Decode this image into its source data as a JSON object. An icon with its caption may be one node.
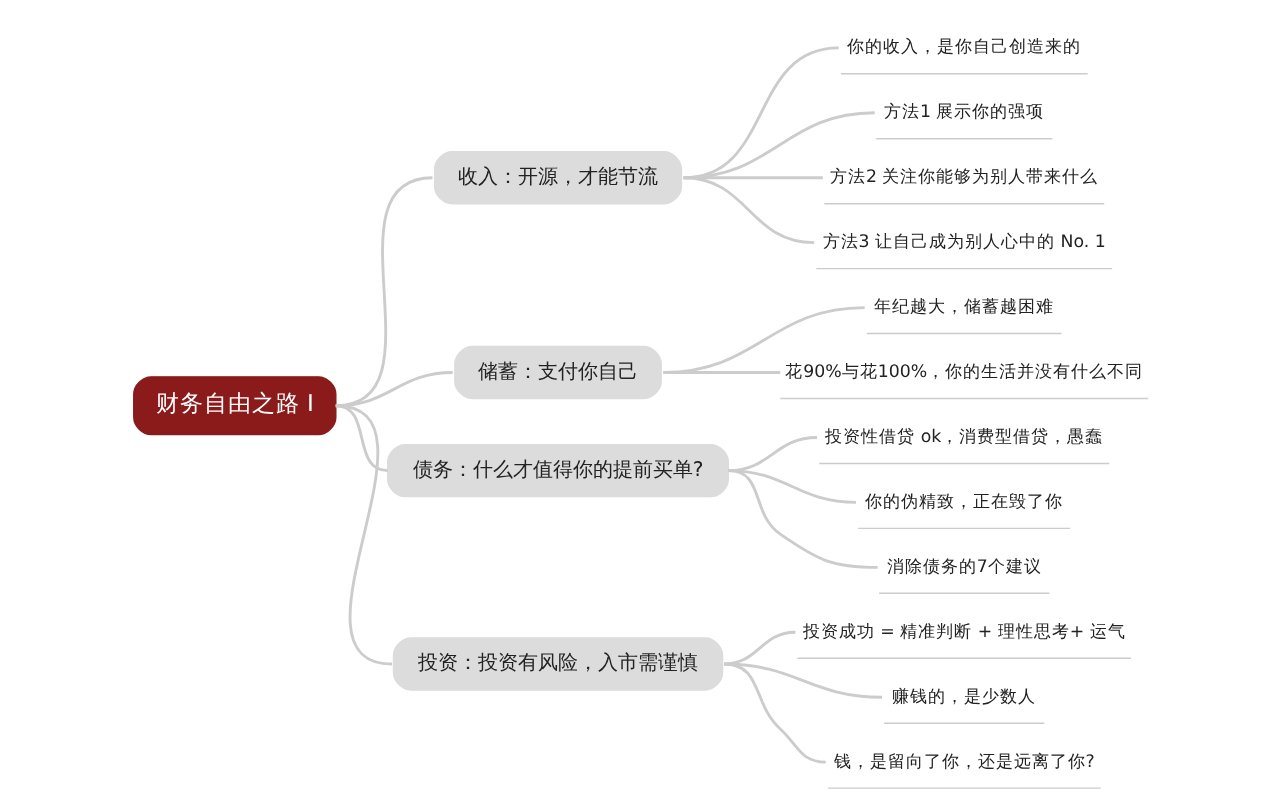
{
  "diagram": {
    "nodes": [
      {
        "text": [
          "财务自由之路 I"
        ]
      },
      {
        "text": [
          "收入：开源，才能节流"
        ]
      },
      {
        "text": [
          "你的收入，是你自己创造来的"
        ]
      },
      {
        "text": [
          "方法1 展示你的强项"
        ]
      },
      {
        "text": [
          "方法2 关注你能够为别人带来什么"
        ]
      },
      {
        "text": [
          "方法3 让自己成为别人心中的 No. 1"
        ]
      },
      {
        "text": [
          "储蓄：支付你自己"
        ]
      },
      {
        "text": [
          "年纪越大，储蓄越困难"
        ]
      },
      {
        "text": [
          "花90%与花100%，你的生活并没有什么不同"
        ]
      },
      {
        "text": [
          "债务：什么才值得你的提前买单?"
        ]
      },
      {
        "text": [
          "投资性借贷 ok，消费型借贷，愚蠢"
        ]
      },
      {
        "text": [
          "你的伪精致，正在毁了你"
        ]
      },
      {
        "text": [
          "消除债务的7个建议"
        ]
      },
      {
        "text": [
          "投资：投资有风险，入市需谨慎"
        ]
      },
      {
        "text": [
          "投资成功 = 精准判断 + 理性思考+ 运气"
        ]
      },
      {
        "text": [
          "赚钱的，是少数人"
        ]
      },
      {
        "text": [
          "钱，是留向了你，还是远离了你?"
        ]
      }
    ],
    "edges": [
      {
        "from": 0,
        "to": 1,
        "arrow": "none"
      },
      {
        "from": 1,
        "to": 2,
        "arrow": "none"
      },
      {
        "from": 1,
        "to": 3,
        "arrow": "none"
      },
      {
        "from": 1,
        "to": 4,
        "arrow": "none"
      },
      {
        "from": 1,
        "to": 5,
        "arrow": "none"
      },
      {
        "from": 0,
        "to": 6,
        "arrow": "none"
      },
      {
        "from": 6,
        "to": 7,
        "arrow": "none"
      },
      {
        "from": 6,
        "to": 8,
        "arrow": "none"
      },
      {
        "from": 0,
        "to": 9,
        "arrow": "none"
      },
      {
        "from": 9,
        "to": 10,
        "arrow": "none"
      },
      {
        "from": 9,
        "to": 11,
        "arrow": "none"
      },
      {
        "from": 9,
        "to": 12,
        "arrow": "none"
      },
      {
        "from": 0,
        "to": 13,
        "arrow": "none"
      },
      {
        "from": 13,
        "to": 14,
        "arrow": "none"
      },
      {
        "from": 13,
        "to": 15,
        "arrow": "none"
      },
      {
        "from": 13,
        "to": 16,
        "arrow": "none"
      }
    ]
  }
}
